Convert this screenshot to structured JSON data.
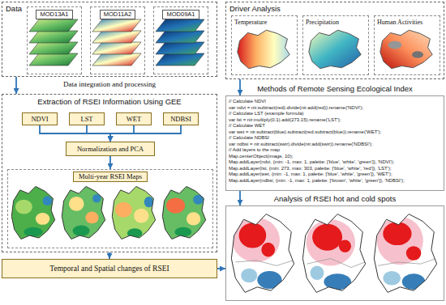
{
  "diagram": {
    "nodes": [
      {
        "text": [
          "Data"
        ]
      },
      {
        "text": [
          "MOD13A1"
        ],
        "in": 0
      },
      {
        "text": [
          "MOD11A2"
        ],
        "in": 0
      },
      {
        "text": [
          "MOD09A1"
        ],
        "in": 0
      },
      {
        "text": [
          "Driver Analysis"
        ]
      },
      {
        "text": [
          "Temperature"
        ],
        "in": 4
      },
      {
        "text": [
          "Precipitation"
        ],
        "in": 4
      },
      {
        "text": [
          "Human Activities"
        ],
        "in": 4
      },
      {
        "text": [
          "Extraction of RSEI Information Using GEE"
        ]
      },
      {
        "text": [
          "NDVI"
        ],
        "in": 8
      },
      {
        "text": [
          "LST"
        ],
        "in": 8
      },
      {
        "text": [
          "WET"
        ],
        "in": 8
      },
      {
        "text": [
          "NDBSI"
        ],
        "in": 8
      },
      {
        "text": [
          "Normalization and PCA"
        ],
        "in": 8
      },
      {
        "text": [
          "Multi-year RSEI Maps"
        ],
        "in": 8
      },
      {
        "text": [
          "Temporal and Spatial changes of RSEI"
        ]
      },
      {
        "text": [
          "Methods of Remote Sensing Ecological Index",
          "// Calculate NDVI",
          "var ndvi = nir.subtract(red).divide(nir.add(red)).rename('NDVI');",
          "// Calculate LST (example formula)",
          "var lst = nir.multiply(0.1).add(273.15).rename('LST');",
          "// Calculate WET",
          "var wet = nir.subtract(blue).subtract(red.subtract(blue)).rename('WET');",
          "// Calculate NDBSI",
          "var ndbsi = nir.subtract(swir).divide(nir.add(swir)).rename('NDBSI');",
          "// Add layers to the map",
          "Map.centerObject(image, 10);",
          "Map.addLayer(ndvi, {min: -1, max: 1, palette: ['blue', 'white', 'green']}, 'NDVI');",
          "Map.addLayer(lst, {min: 273, max: 303, palette: ['blue', 'white', 'red']}, 'LST');",
          "Map.addLayer(wet, {min: -1, max: 1, palette: ['blue', 'white', 'green']}, 'WET');",
          "Map.addLayer(ndbsi, {min: -1, max: 1, palette: ['brown', 'white', 'green']}, 'NDBSI');"
        ]
      },
      {
        "text": [
          "Analysis of RSEI hot and cold spots"
        ]
      }
    ],
    "edges": [
      {
        "from": 0,
        "to": 8,
        "arrow": "to"
      },
      {
        "from": 9,
        "to": 13,
        "arrow": "to"
      },
      {
        "from": 10,
        "to": 13,
        "arrow": "to"
      },
      {
        "from": 11,
        "to": 13,
        "arrow": "to"
      },
      {
        "from": 12,
        "to": 13,
        "arrow": "to"
      },
      {
        "from": 13,
        "to": 14,
        "arrow": "to"
      },
      {
        "from": 8,
        "to": 15,
        "arrow": "to"
      },
      {
        "from": 4,
        "to": 16,
        "arrow": "to"
      },
      {
        "from": 16,
        "to": 17,
        "arrow": "to"
      },
      {
        "from": 15,
        "to": 17,
        "arrow": "to"
      }
    ],
    "labels": [
      "Data integration and processing"
    ]
  }
}
